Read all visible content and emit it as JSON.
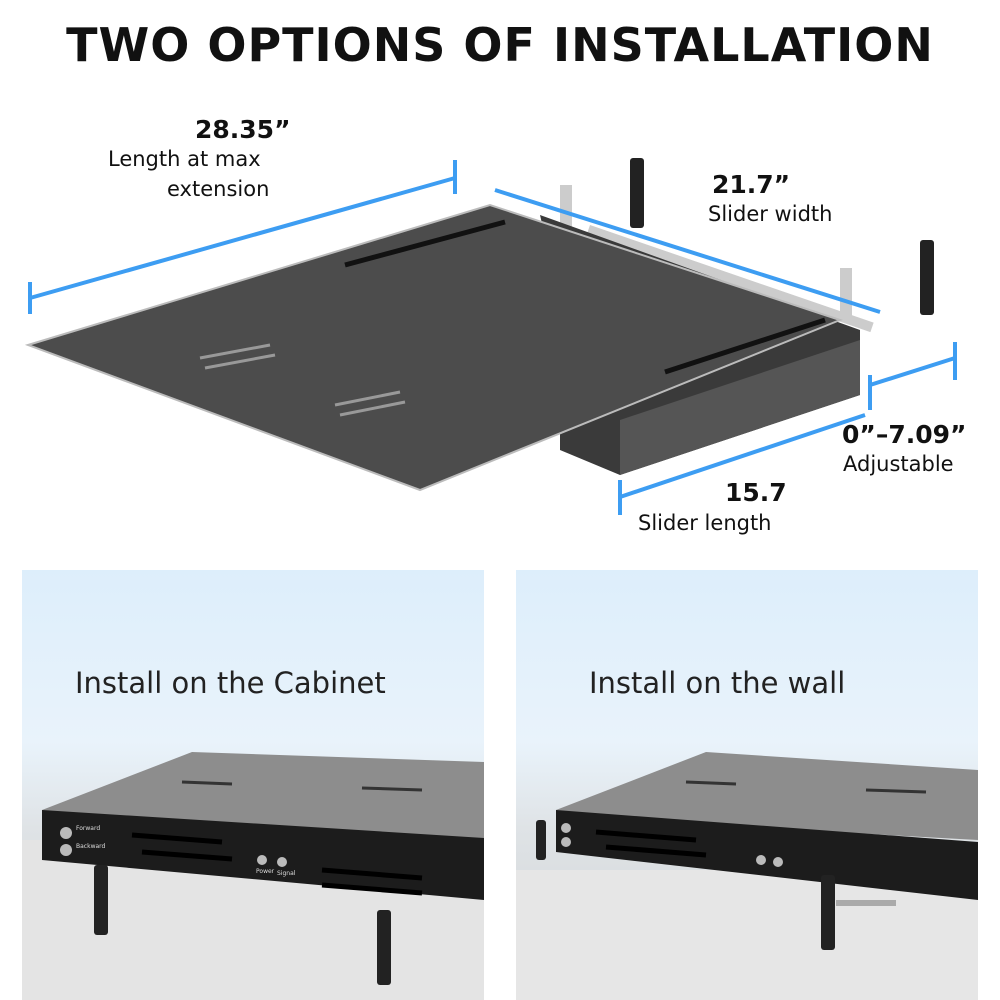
{
  "title": "TWO OPTIONS OF INSTALLATION",
  "dimensions": {
    "length": {
      "value": "28.35”",
      "label_line1": "Length at max",
      "label_line2": "extension"
    },
    "width": {
      "value": "21.7”",
      "label": "Slider width"
    },
    "height": {
      "value": "0”–7.09”",
      "label": "Adjustable"
    },
    "slider_length": {
      "value": "15.7",
      "label": "Slider length"
    }
  },
  "panels": [
    {
      "title": "Install on the Cabinet",
      "buttons": [
        "Forward",
        "Backward"
      ],
      "indicators": [
        "Power",
        "Signal"
      ]
    },
    {
      "title": "Install on the wall"
    }
  ],
  "colors": {
    "dimension_line": "#3d9df2",
    "shelf": "#4a4a4a",
    "panel_bg": "#ddeefb"
  }
}
